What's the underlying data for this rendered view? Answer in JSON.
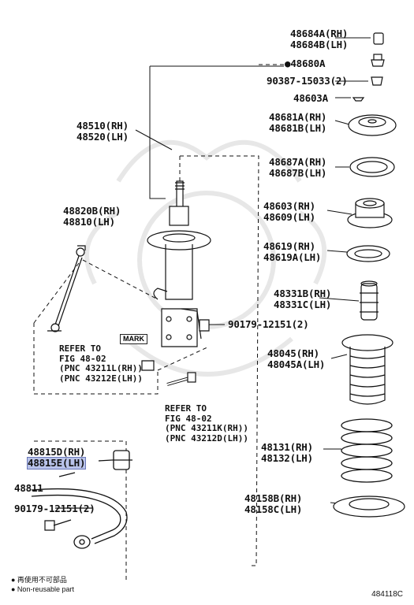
{
  "labels": {
    "p48684": [
      "48684A(RH)",
      "48684B(LH)"
    ],
    "p48680": [
      "48680A"
    ],
    "p90387": [
      "90387-15033(2)"
    ],
    "p48603a": [
      "48603A"
    ],
    "p48681": [
      "48681A(RH)",
      "48681B(LH)"
    ],
    "p48510": [
      "48510(RH)",
      "48520(LH)"
    ],
    "p48687": [
      "48687A(RH)",
      "48687B(LH)"
    ],
    "p48603": [
      "48603(RH)",
      "48609(LH)"
    ],
    "p48820": [
      "48820B(RH)",
      "48810(LH)"
    ],
    "p48619": [
      "48619(RH)",
      "48619A(LH)"
    ],
    "p48331": [
      "48331B(RH)",
      "48331C(LH)"
    ],
    "p90179a": [
      "90179-12151(2)"
    ],
    "p48045": [
      "48045(RH)",
      "48045A(LH)"
    ],
    "p48815": [
      "48815D(RH)",
      "48815E(LH)"
    ],
    "p48131": [
      "48131(RH)",
      "48132(LH)"
    ],
    "p48811": [
      "48811"
    ],
    "p48158": [
      "48158B(RH)",
      "48158C(LH)"
    ],
    "p90179b": [
      "90179-12151(2)"
    ]
  },
  "refs": {
    "ref1": "REFER TO\nFIG 48-02\n(PNC 43211L(RH))\n(PNC 43212E(LH))",
    "ref2": "REFER TO\nFIG 48-02\n(PNC 43211K(RH))\n(PNC 43212D(LH))"
  },
  "mark": "MARK",
  "legend": [
    "● 再使用不可部品",
    "● Non-reusable part"
  ],
  "diagram_id": "484118C"
}
